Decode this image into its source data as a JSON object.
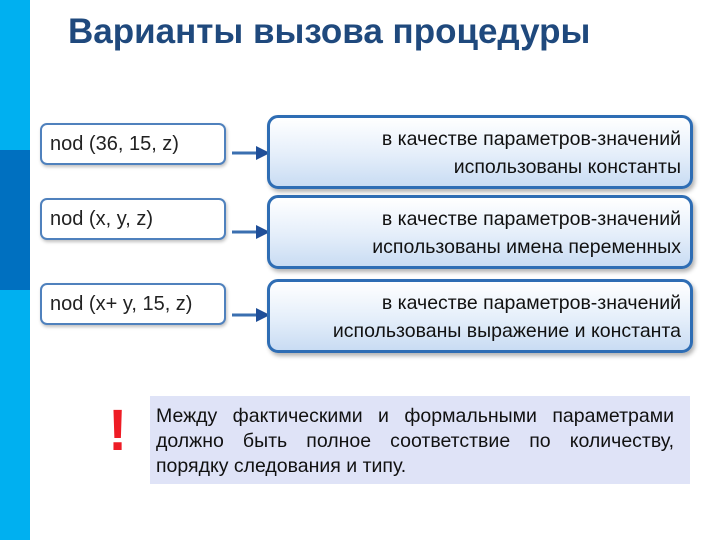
{
  "title": "Варианты вызова процедуры",
  "calls": [
    {
      "code": "nod (36, 15, z)",
      "desc_line1": "в качестве параметров-значений",
      "desc_line2": "использованы константы"
    },
    {
      "code": "nod (x, y, z)",
      "desc_line1": "в качестве параметров-значений",
      "desc_line2": "использованы имена переменных"
    },
    {
      "code": "nod (x+ y, 15, z)",
      "desc_line1": "в качестве параметров-значений",
      "desc_line2": "использованы выражение и константа"
    }
  ],
  "note": {
    "mark": "!",
    "text": "Между фактическими и формальными параметрами должно быть полное соответствие по количеству, порядку следования и типу."
  },
  "colors": {
    "title": "#1f497d",
    "accent_light": "#00b0f0",
    "accent_dark": "#0070c0",
    "box_border": "#2e6db4",
    "exclamation": "#ee1c25",
    "note_bg": "#dfe3f7"
  }
}
